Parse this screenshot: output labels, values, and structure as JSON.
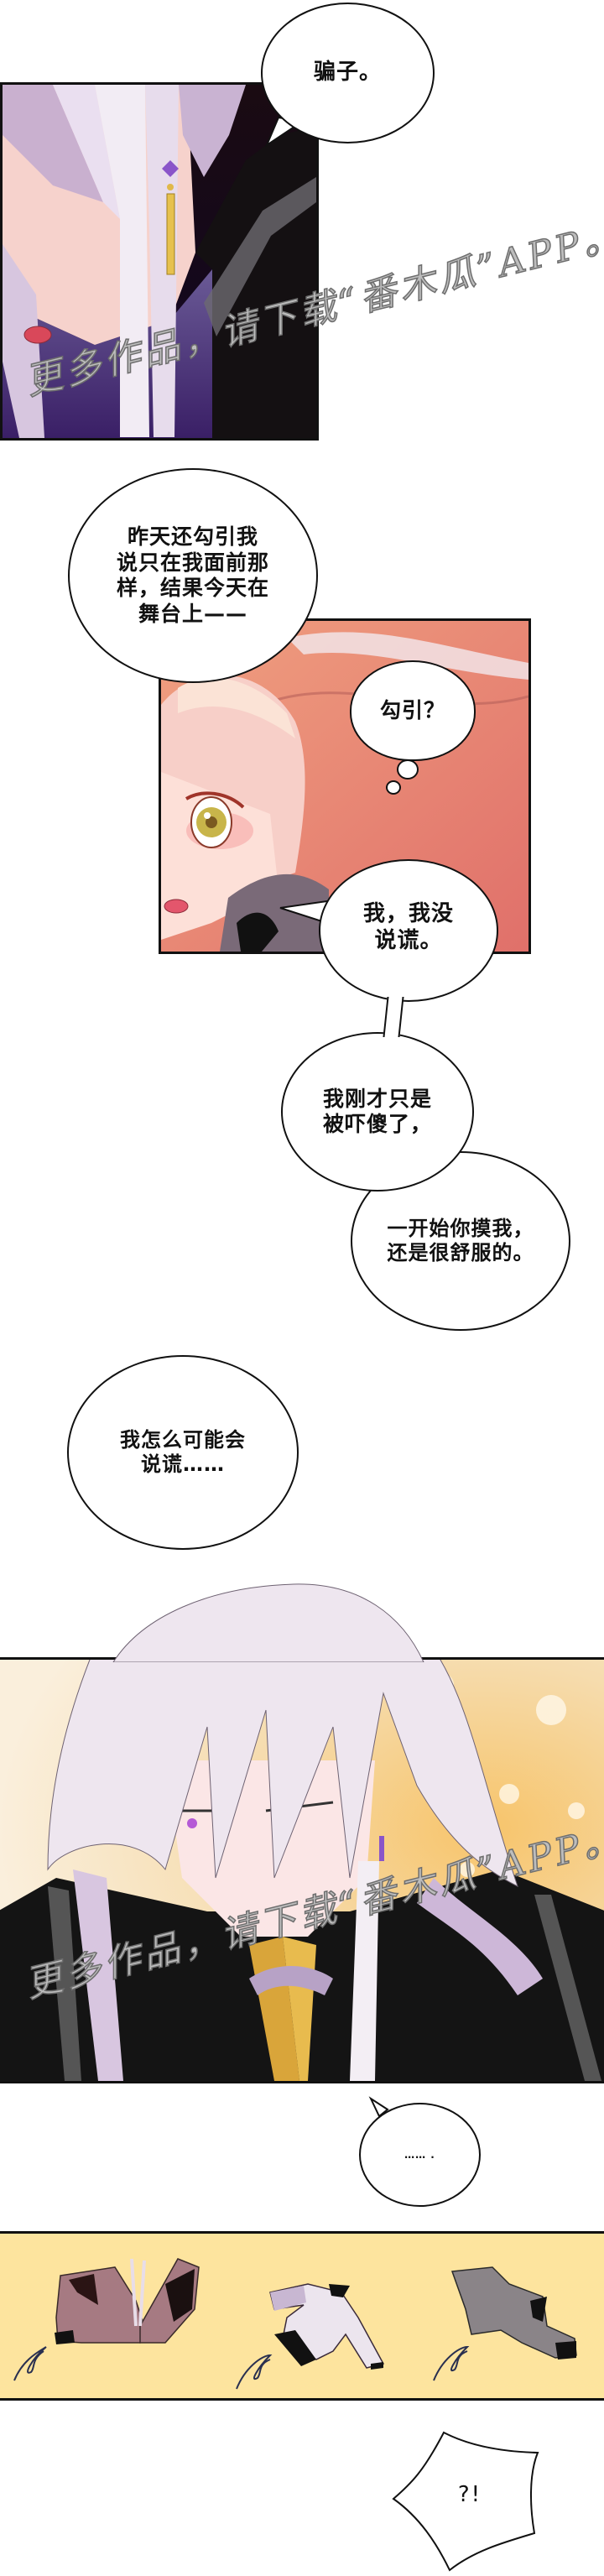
{
  "comic": {
    "colors": {
      "panel_border": "#111111",
      "panel1_purple": "#4a2a78",
      "panel2_coral": "#e27a6e",
      "panel3_gold": "#f3dcb0",
      "panel4_yellow": "#fde49e"
    },
    "panels": [
      {
        "id": 1,
        "label": "silver-haired character close-up, purple knit top, gold earring"
      },
      {
        "id": 2,
        "label": "blonde/pink-haired character blushing, coral background"
      },
      {
        "id": 3,
        "label": "silver-haired character glaring, black coat, golden bokeh background"
      },
      {
        "id": 4,
        "label": "three garments flying off, yellow background"
      }
    ],
    "bubbles": {
      "b1": "骗子。",
      "b2": "昨天还勾引我\n说只在我面前那\n样，结果今天在\n舞台上——",
      "b3": "勾引？",
      "b4": "我，我没\n说谎。",
      "b5": "我刚才只是\n被吓傻了，",
      "b6": "一开始你摸我，\n还是很舒服的。",
      "b7": "我怎么可能会\n说谎……",
      "b8": "…… .",
      "b9": "?!"
    },
    "watermark": "更多作品，请下载“番木瓜”APP。"
  }
}
